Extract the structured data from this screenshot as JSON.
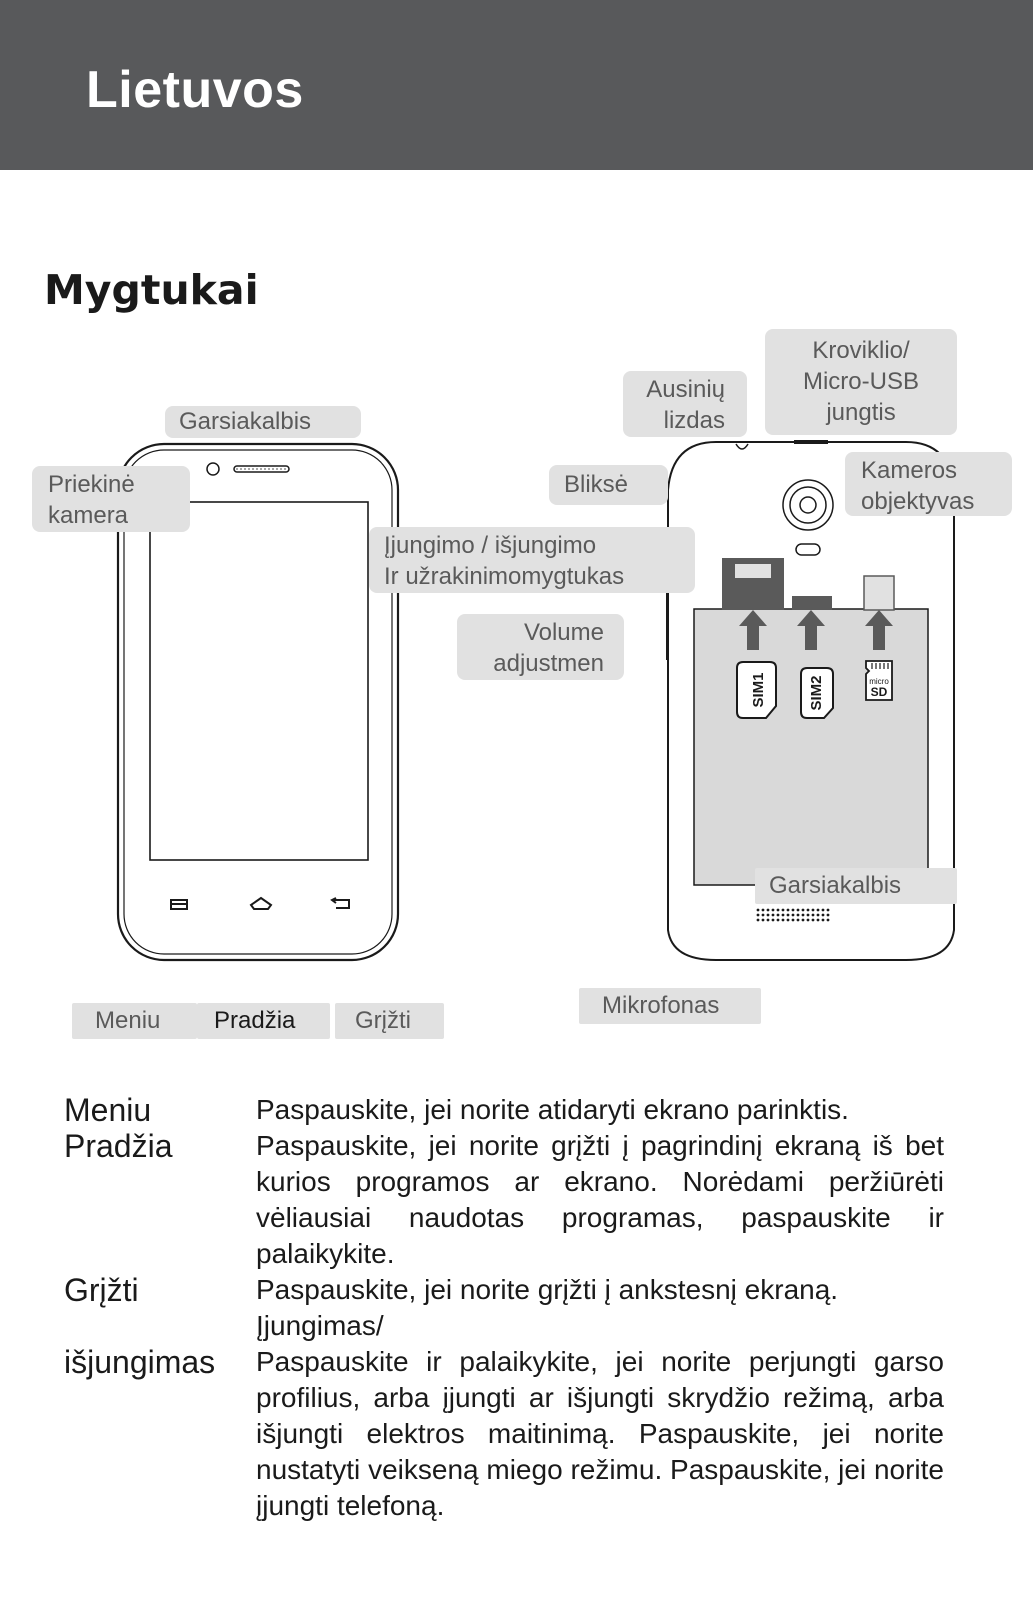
{
  "header": {
    "language": "Lietuvos"
  },
  "section": {
    "title": "Mygtukai"
  },
  "labels": {
    "speaker_front": "Garsiakalbis",
    "front_camera": [
      "Priekinė",
      "kamera"
    ],
    "flash": "Bliksė",
    "power_lock": [
      "Įjungimo / išjungimo",
      "Ir užrakinimomygtukas"
    ],
    "volume": [
      "Volume",
      "adjustmen"
    ],
    "headphone_jack": [
      "Ausinių",
      "lizdas"
    ],
    "charger_usb": [
      "Kroviklio/",
      "Micro-USB",
      "jungtis"
    ],
    "camera_lens": [
      "Kameros",
      "objektyvas"
    ],
    "speaker_back": "Garsiakalbis",
    "microphone": "Mikrofonas",
    "menu": "Meniu",
    "home": "Pradžia",
    "back": "Grįžti"
  },
  "slots": {
    "sim1": "SIM1",
    "sim2": "SIM2",
    "micro": "micro",
    "sd": "SD"
  },
  "descriptions": [
    {
      "term": "Meniu",
      "def": "Paspauskite, jei norite atidaryti ekrano parinktis."
    },
    {
      "term": "Pradžia",
      "def": "Paspauskite, jei norite grįžti į pagrindinį ekraną iš bet kurios programos ar ekrano. Norėdami peržiūrėti vėliausiai naudotas programas, paspauskite ir palaikykite."
    },
    {
      "term": "Grįžti",
      "def": "Paspauskite, jei norite grįžti į ankstesnį ekraną."
    },
    {
      "term": "Įjungimas/",
      "term2": "išjungimas",
      "def": "Paspauskite ir palaikykite, jei norite perjungti garso profilius, arba įjungti ar išjungti skrydžio režimą, arba išjungti elektros maitinimą. Paspauskite, jei norite nustatyti veikseną miego režimu. Paspauskite, jei norite įjungti telefoną."
    }
  ]
}
